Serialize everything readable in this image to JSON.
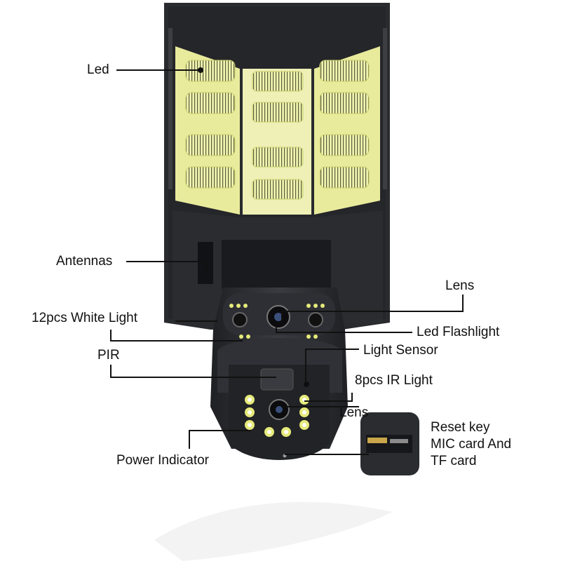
{
  "labels": {
    "led": "Led",
    "antennas": "Antennas",
    "white_light": "12pcs White Light",
    "pir": "PIR",
    "lens_top": "Lens",
    "led_flashlight": "Led Flashlight",
    "light_sensor": "Light Sensor",
    "ir_light": "8pcs IR Light",
    "lens_bottom": "Lens",
    "power_indicator": "Power Indicator",
    "reset_key": "Reset key",
    "mic_card": "MIC card And",
    "tf_card": "TF card"
  },
  "colors": {
    "housing": "#26272b",
    "led_yellow": "#e8ef8a",
    "line": "#111111"
  }
}
